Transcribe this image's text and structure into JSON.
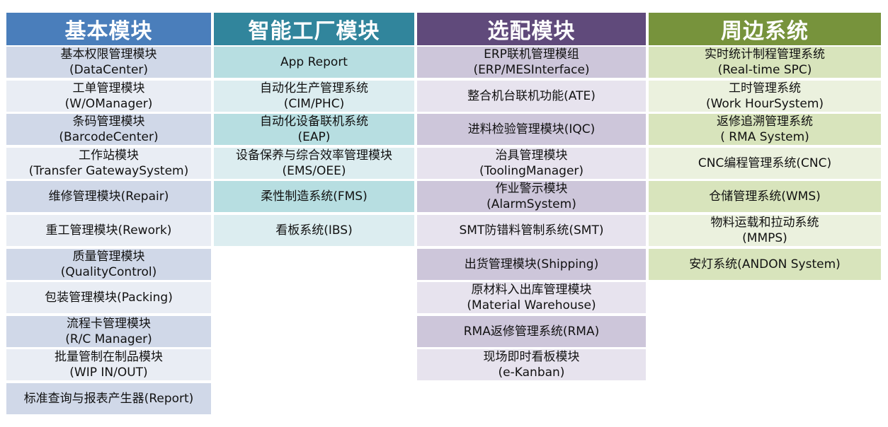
{
  "columns": [
    {
      "title": "基本模块",
      "header_color": "#4a7ebb",
      "row_colors": [
        "#d0d8e8",
        "#e9edf4"
      ],
      "items": [
        [
          "基本权限管理模块",
          "(DataCenter)"
        ],
        [
          "工单管理模块",
          "(W/OManager)"
        ],
        [
          "条码管理模块",
          "(BarcodeCenter)"
        ],
        [
          "工作站模块",
          "(Transfer GatewaySystem)"
        ],
        [
          "维修管理模块(Repair)"
        ],
        [
          "重工管理模块(Rework)"
        ],
        [
          "质量管理模块",
          "(QualityControl)"
        ],
        [
          "包装管理模块(Packing)"
        ],
        [
          "流程卡管理模块",
          "(R/C Manager)"
        ],
        [
          "批量管制在制品模块",
          "(WIP IN/OUT)"
        ],
        [
          "标准查询与报表产生器(Report)"
        ]
      ]
    },
    {
      "title": "智能工厂模块",
      "header_color": "#31859c",
      "row_colors": [
        "#b7dee1",
        "#dcedf0"
      ],
      "items": [
        [
          "App Report"
        ],
        [
          "自动化生产管理系统",
          "(CIM/PHC)"
        ],
        [
          "自动化设备联机系统",
          "(EAP)"
        ],
        [
          "设备保养与综合效率管理模块",
          "(EMS/OEE)"
        ],
        [
          "柔性制造系统(FMS)"
        ],
        [
          "看板系统(IBS)"
        ]
      ]
    },
    {
      "title": "选配模块",
      "header_color": "#604a7b",
      "row_colors": [
        "#cdc6da",
        "#e7e3ee"
      ],
      "items": [
        [
          "ERP联机管理模组",
          "(ERP/MESInterface)"
        ],
        [
          "整合机台联机功能(ATE)"
        ],
        [
          "进料检验管理模块(IQC)"
        ],
        [
          "治具管理模块",
          "(ToolingManager)"
        ],
        [
          "作业警示模块",
          "(AlarmSystem)"
        ],
        [
          "SMT防错料管制系统(SMT)"
        ],
        [
          "出货管理模块(Shipping)"
        ],
        [
          "原材料入出库管理模块",
          "(Material Warehouse)"
        ],
        [
          "RMA返修管理系统(RMA)"
        ],
        [
          "现场即时看板模块",
          "(e-Kanban)"
        ]
      ]
    },
    {
      "title": "周边系统",
      "header_color": "#77933c",
      "row_colors": [
        "#d8e4bc",
        "#ebf1de"
      ],
      "items": [
        [
          "实时统计制程管理系统",
          "(Real-time SPC)"
        ],
        [
          "工时管理系统",
          "(Work HourSystem)"
        ],
        [
          "返修追溯管理系统",
          "( RMA System)"
        ],
        [
          "CNC编程管理系统(CNC)"
        ],
        [
          "仓储管理系统(WMS)"
        ],
        [
          "物料运载和拉动系统",
          "(MMPS)"
        ],
        [
          "安灯系统(ANDON System)"
        ]
      ]
    }
  ]
}
